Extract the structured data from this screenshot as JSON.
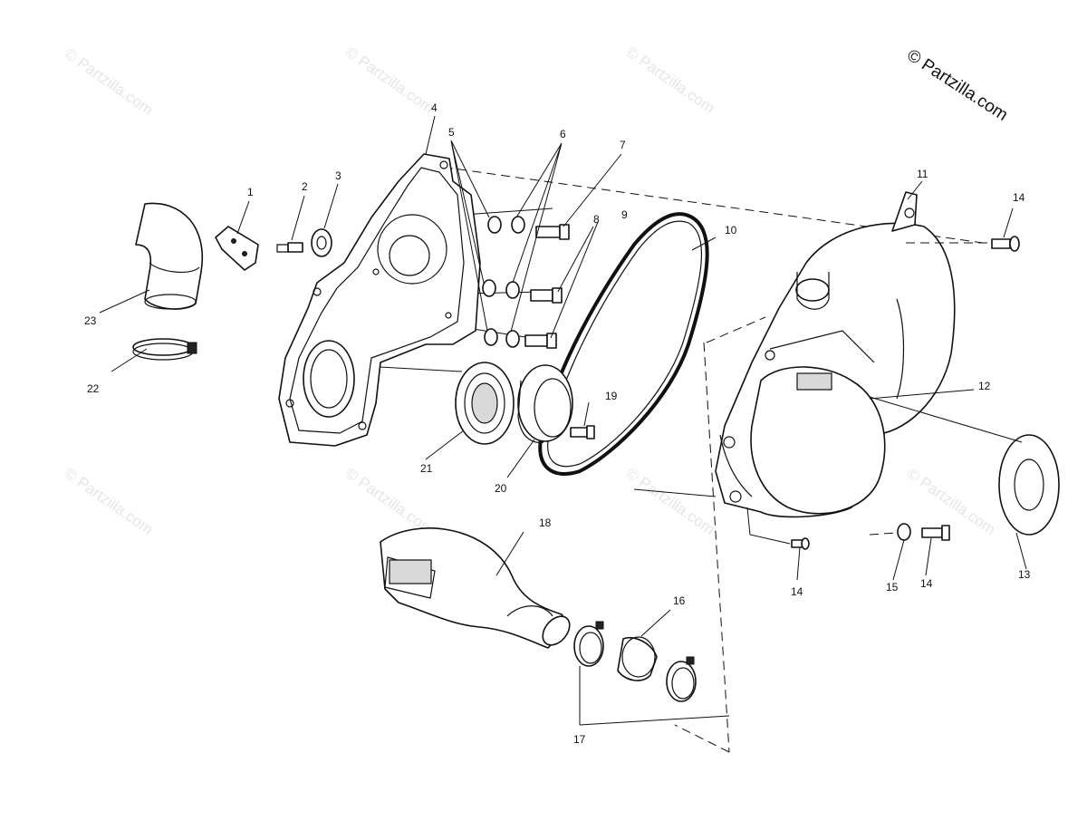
{
  "copyright": "© Partzilla.com",
  "watermark": "© Partzilla.com",
  "callouts": {
    "c1": "1",
    "c2": "2",
    "c3": "3",
    "c4": "4",
    "c5": "5",
    "c6": "6",
    "c7": "7",
    "c8": "8",
    "c9": "9",
    "c10": "10",
    "c11": "11",
    "c12": "12",
    "c13": "13",
    "c14a": "14",
    "c14b": "14",
    "c14c": "14",
    "c15": "15",
    "c16": "16",
    "c17": "17",
    "c18": "18",
    "c19": "19",
    "c20": "20",
    "c21": "21",
    "c22": "22",
    "c23": "23"
  }
}
